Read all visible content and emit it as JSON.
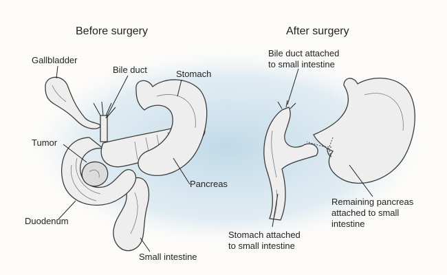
{
  "headings": {
    "before": "Before surgery",
    "after": "After surgery"
  },
  "labels": {
    "gallbladder": "Gallbladder",
    "bile_duct": "Bile duct",
    "stomach": "Stomach",
    "tumor": "Tumor",
    "pancreas": "Pancreas",
    "duodenum": "Duodenum",
    "small_intestine": "Small intestine",
    "bile_duct_attached_1": "Bile duct attached",
    "bile_duct_attached_2": "to small intestine",
    "remaining_pancreas_1": "Remaining pancreas",
    "remaining_pancreas_2": "attached to small",
    "remaining_pancreas_3": "intestine",
    "stomach_attached_1": "Stomach attached",
    "stomach_attached_2": "to small intestine"
  },
  "colors": {
    "background_wash": "#b9d6e6",
    "organ_fill": "#eeeeee",
    "outline": "#3a3a3a"
  }
}
